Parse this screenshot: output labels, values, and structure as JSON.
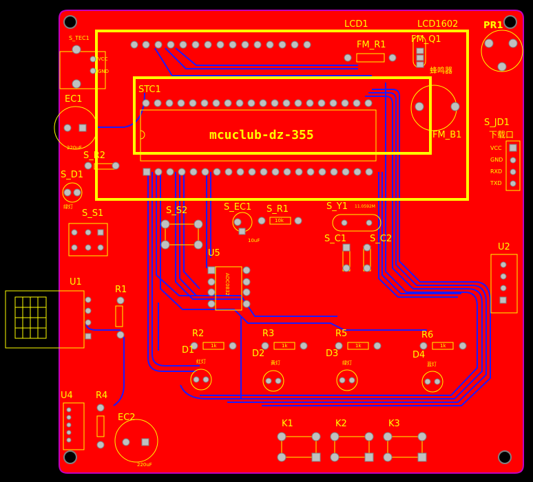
{
  "board": {
    "center_text": "mcuclub-dz-355",
    "colors": {
      "copper": "#ff0000",
      "silk": "#ffff00",
      "trace": "#1a1aff",
      "pad": "#c0c0c0",
      "outline": "#c000c0"
    }
  },
  "designators": {
    "lcd1": "LCD1",
    "lcd1602": "LCD1602",
    "pr1": "PR1",
    "s_tec1": "S_TEC1",
    "fm_r1": "FM_R1",
    "fm_q1": "FM_Q1",
    "buzzer": "蜂鸣器",
    "stc1": "STC1",
    "ec1": "EC1",
    "fm_b1": "FM_B1",
    "s_jd1": "S_JD1",
    "download": "下载口",
    "s_r2": "S_R2",
    "s_d1": "S_D1",
    "s_s1": "S_S1",
    "s_s2": "S_S2",
    "s_ec1": "S_EC1",
    "s_r1": "S_R1",
    "s_y1": "S_Y1",
    "s_c1": "S_C1",
    "s_c2": "S_C2",
    "u5": "U5",
    "u2": "U2",
    "u1": "U1",
    "r1": "R1",
    "r2": "R2",
    "r3": "R3",
    "r5": "R5",
    "r6": "R6",
    "d1": "D1",
    "d2": "D2",
    "d3": "D3",
    "d4": "D4",
    "u4": "U4",
    "r4": "R4",
    "ec2": "EC2",
    "k1": "K1",
    "k2": "K2",
    "k3": "K3"
  },
  "small_text": {
    "vcc": "VCC",
    "gnd": "GND",
    "cap_220": "220uF",
    "jd_vcc": "VCC",
    "jd_gnd": "GND",
    "jd_rxd": "RXD",
    "jd_txd": "TXD",
    "green_led": "绿灯",
    "red_led": "红灯",
    "yellow_led": "黄灯",
    "green_led2": "绿灯",
    "blue_led": "蓝灯",
    "r_1k": "1k",
    "r_10k": "10k",
    "cap_10u": "10uF",
    "crystal": "11.0592M",
    "adc": "ADC0832",
    "plus": "+"
  }
}
